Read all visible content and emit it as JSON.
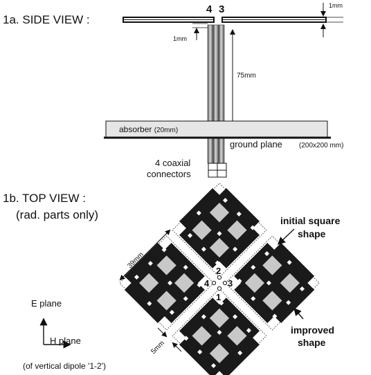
{
  "side_view": {
    "title": "1a.  SIDE VIEW :",
    "port_4": "4",
    "port_3": "3",
    "gap_label": "1mm",
    "thickness_label": "1mm",
    "height_label": "75mm",
    "absorber_label": "absorber",
    "absorber_dim": "(20mm)",
    "ground_label": "ground plane",
    "ground_dim": "(200x200 mm)",
    "connectors_line1": "4 coaxial",
    "connectors_line2": "connectors"
  },
  "top_view": {
    "title": "1b.  TOP VIEW :",
    "subtitle": "(rad. parts only)",
    "size_label": "39mm",
    "gap_label": "5mm",
    "initial_line1": "initial square",
    "initial_line2": "shape",
    "improved_line1": "improved",
    "improved_line2": "shape",
    "port_1": "1",
    "port_2": "2",
    "port_3": "3",
    "port_4": "4"
  },
  "axes": {
    "e_plane": "E plane",
    "h_plane": "H plane",
    "note": "(of vertical dipole '1-2')"
  },
  "colors": {
    "ink": "#111111",
    "fractal_fill": "#1a1a1a",
    "inner_square": "#c8c8c8",
    "absorber_fill": "#e6e6e6",
    "conductor": "#8a8a8a"
  }
}
